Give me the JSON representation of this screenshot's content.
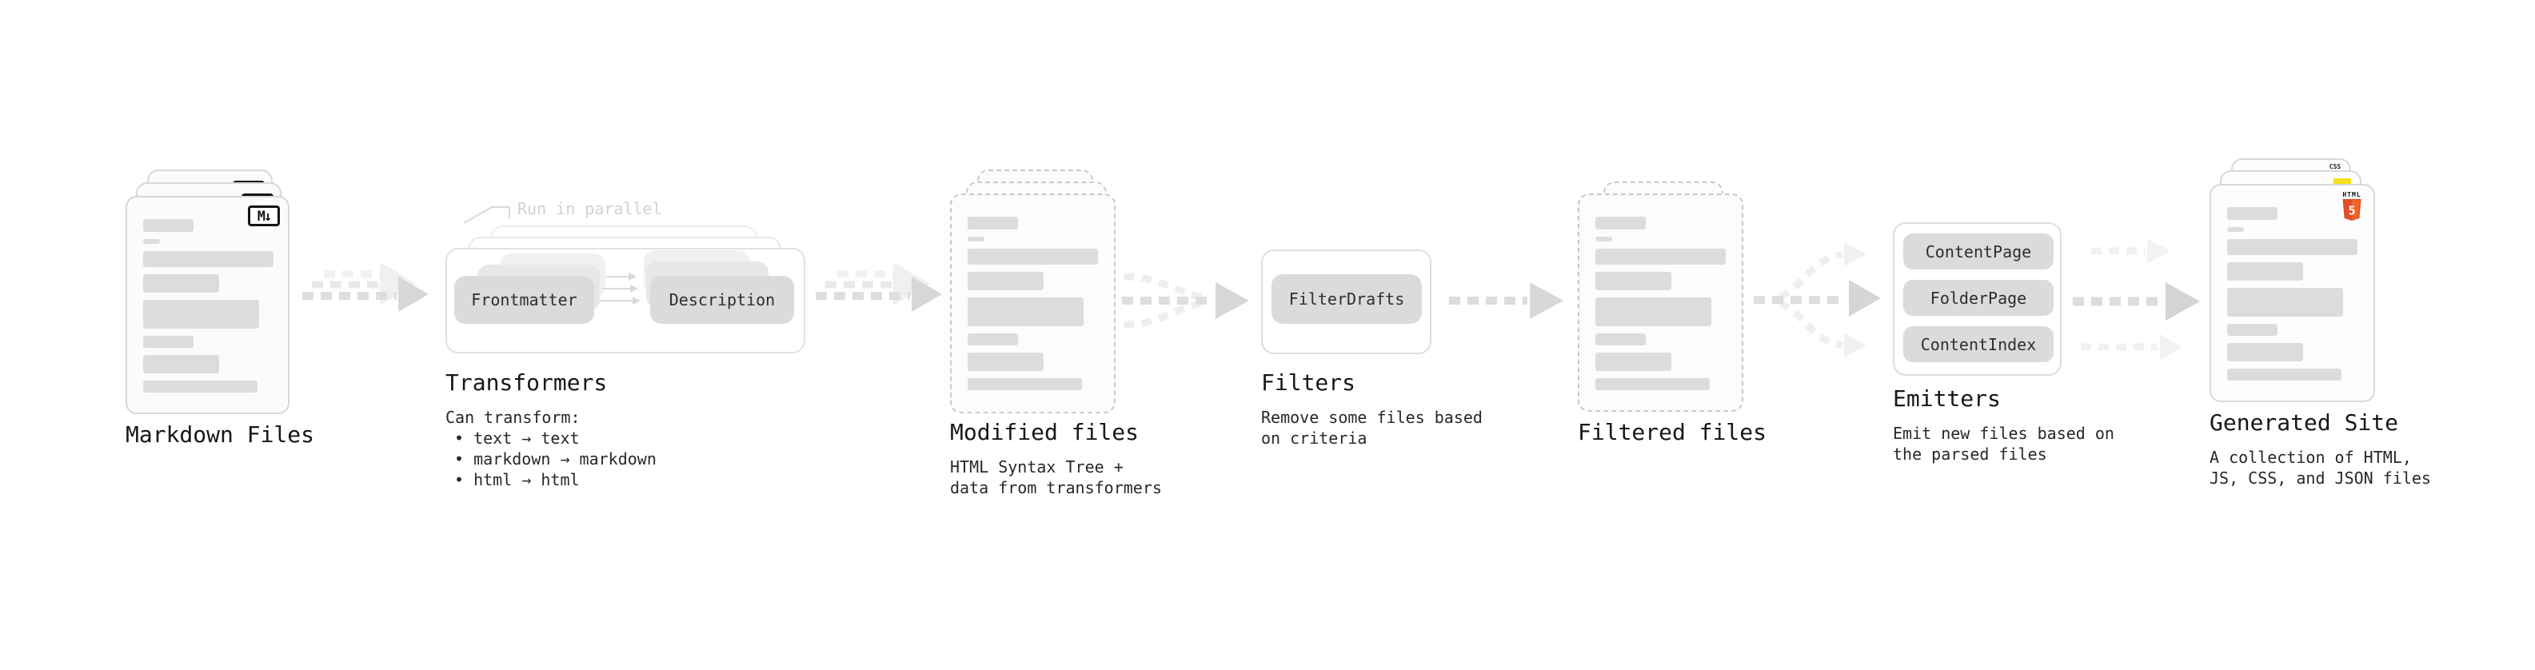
{
  "stages": {
    "markdown_files": {
      "label": "Markdown Files",
      "badge": "M↓"
    },
    "transformers": {
      "label": "Transformers",
      "annotation": "Run in parallel",
      "pill_left": "Frontmatter",
      "pill_right": "Description",
      "desc_title": "Can transform:",
      "bullets": [
        "• text → text",
        "• markdown → markdown",
        "• html → html"
      ]
    },
    "modified_files": {
      "label": "Modified files",
      "desc_line1": "HTML Syntax Tree +",
      "desc_line2": "data from transformers"
    },
    "filters": {
      "label": "Filters",
      "pill": "FilterDrafts",
      "desc_line1": "Remove some files based",
      "desc_line2": "on criteria"
    },
    "filtered_files": {
      "label": "Filtered files"
    },
    "emitters": {
      "label": "Emitters",
      "pills": [
        "ContentPage",
        "FolderPage",
        "ContentIndex"
      ],
      "desc_line1": "Emit new files based on",
      "desc_line2": "the parsed files"
    },
    "generated_site": {
      "label": "Generated Site",
      "desc_line1": "A collection of HTML,",
      "desc_line2": "JS, CSS, and JSON files",
      "css_badge": "CSS",
      "html_logo_text": "HTML",
      "html_logo_number": "5"
    }
  },
  "colors": {
    "html5_orange": "#e44d26",
    "html5_orange_light": "#f16529",
    "js_yellow": "#f7df1e",
    "css_blue": "#2965f1",
    "pill_gray": "#dbdbdb",
    "bar_gray": "#dcdcdc",
    "arrow_gray": "#d7d7d7",
    "arrow_light": "#f0f0f0"
  }
}
